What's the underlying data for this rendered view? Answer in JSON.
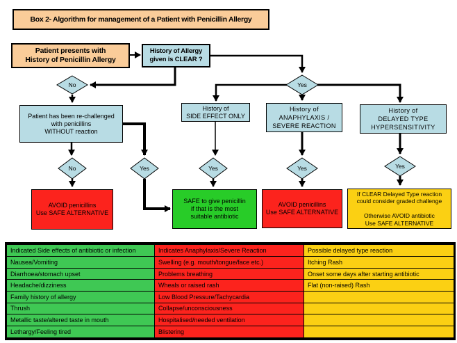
{
  "title": "Box 2- Algorithm for management of a Patient with Penicillin Allergy",
  "flow": {
    "patient": [
      "Patient presents with",
      "History of Penicillin Allergy"
    ],
    "clear_q": [
      "History of Allergy",
      "given is CLEAR ?"
    ],
    "rechallenged": [
      "Patient has been re-challenged",
      "with penicillins",
      "WITHOUT reaction"
    ],
    "side_effect": [
      "History of",
      "SIDE EFFECT ONLY"
    ],
    "anaphylaxis": [
      "History of",
      "ANAPHYLAXIS /",
      "SEVERE REACTION"
    ],
    "delayed": [
      "History of",
      "DELAYED TYPE",
      "HYPERSENSITIVITY"
    ],
    "avoid1": [
      "AVOID penicillins",
      "Use SAFE ALTERNATIVE"
    ],
    "safe": [
      "SAFE to give penicillin",
      "if that is the most",
      "suitable antibiotic"
    ],
    "avoid2": [
      "AVOID penicillins",
      "Use SAFE ALTERNATIVE"
    ],
    "delayed_outcome": [
      "If CLEAR Delayed Type reaction",
      "could consider graded challenge",
      "",
      "Otherwise AVOID antibiotic",
      "Use SAFE ALTERNATIVE"
    ],
    "decisions": {
      "no1": "No",
      "yes_top": "Yes",
      "no2": "No",
      "yes1": "Yes",
      "yes2": "Yes",
      "yes3": "Yes",
      "yes4": "Yes"
    }
  },
  "table": {
    "columns": [
      {
        "header": "Indicated Side effects of antibiotic or infection",
        "rows": [
          "Nausea/Vomiting",
          "Diarrhoea/stomach upset",
          "Headache/dizziness",
          "Family history of allergy",
          "Thrush",
          "Metallic taste/altered taste in mouth",
          "Lethargy/Feeling tired"
        ]
      },
      {
        "header": "Indicates Anaphylaxis/Severe Reaction",
        "rows": [
          "Swelling (e.g. mouth/tongue/face etc.)",
          "Problems breathing",
          "Wheals or raised rash",
          "Low Blood Pressure/Tachycardia",
          "Collapse/unconsciousness",
          "Hospitalised/needed ventilation",
          "Blistering"
        ]
      },
      {
        "header": "Possible delayed type reaction",
        "rows": [
          "Itching Rash",
          "Onset some days after starting antibiotic",
          "Flat (non-raised) Rash",
          "",
          "",
          "",
          ""
        ]
      }
    ]
  },
  "colors": {
    "peach": "#FACC99",
    "light_blue": "#B8DCE4",
    "red": "#FC231D",
    "flow_green": "#28CC28",
    "table_green": "#3FC854",
    "yellow": "#FBD013"
  }
}
